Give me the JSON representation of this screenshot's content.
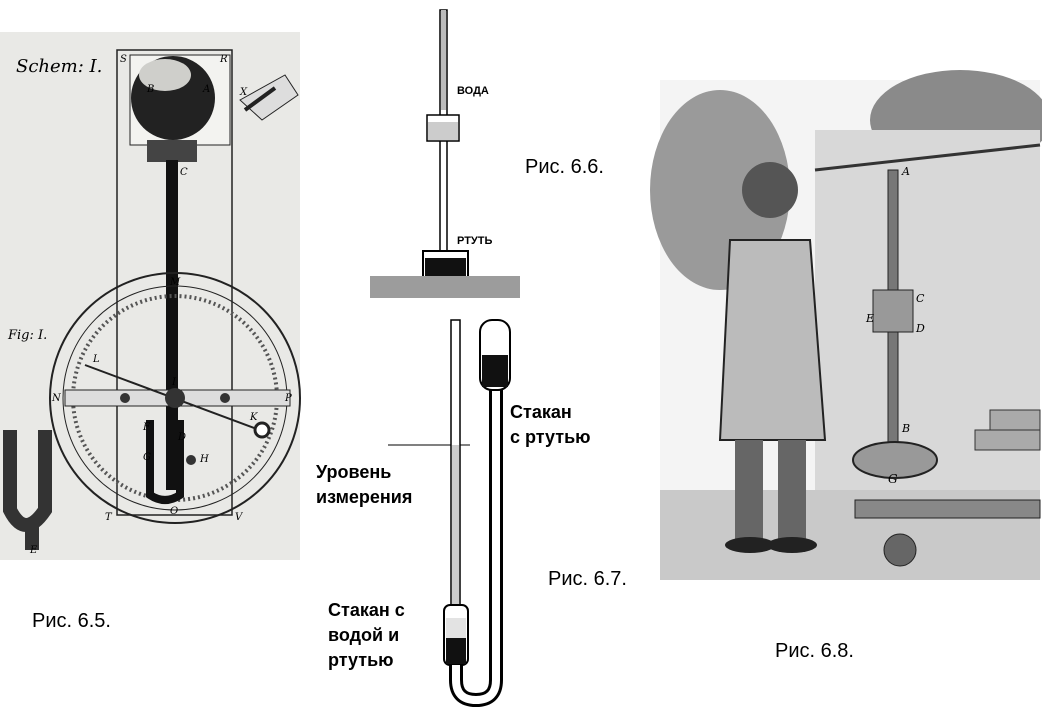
{
  "fig65": {
    "caption": "Рис. 6.5.",
    "engraving_title": "Schem: I.",
    "fig_label": "Fig: I.",
    "letters": [
      "S",
      "R",
      "B",
      "A",
      "C",
      "M",
      "L",
      "N",
      "I",
      "P",
      "K",
      "F",
      "D",
      "G",
      "H",
      "E",
      "T",
      "O",
      "V",
      "X"
    ]
  },
  "fig66": {
    "caption": "Рис. 6.6.",
    "label_water": "ВОДА",
    "label_mercury": "РТУТЬ"
  },
  "fig67": {
    "caption": "Рис. 6.7.",
    "label_cup_mercury": [
      "Стакан",
      "с ртутью"
    ],
    "label_level": [
      "Уровень",
      "измерения"
    ],
    "label_cup_water": [
      "Стакан с",
      "водой и",
      "ртутью"
    ]
  },
  "fig68": {
    "caption": "Рис. 6.8.",
    "letters": [
      "A",
      "C",
      "E",
      "D",
      "B",
      "G"
    ]
  }
}
